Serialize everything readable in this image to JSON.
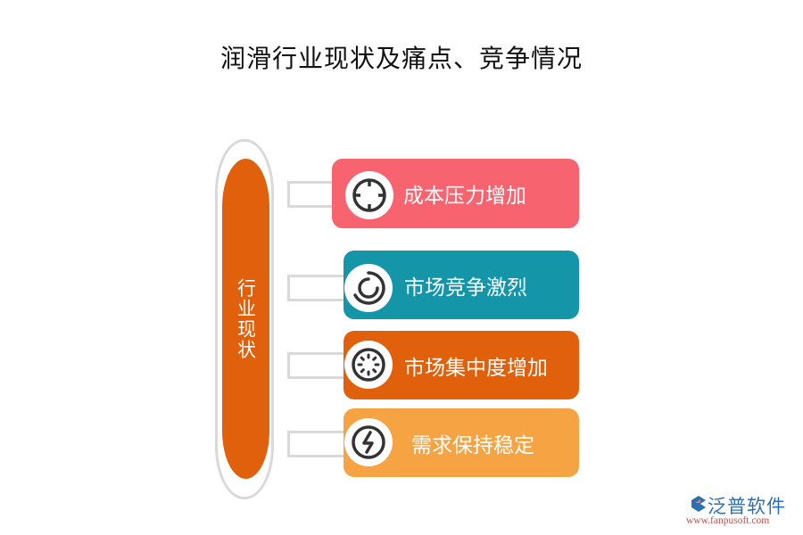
{
  "title": "润滑行业现状及痛点、竞争情况",
  "center": {
    "label": "行业现状",
    "color": "#e0600b",
    "outline_color": "#d9d9d9"
  },
  "items": [
    {
      "label": "成本压力增加",
      "icon": "crosshair-icon",
      "color": "#f7646f"
    },
    {
      "label": "市场竞争激烈",
      "icon": "spiral-icon",
      "color": "#1496a8"
    },
    {
      "label": "市场集中度增加",
      "icon": "dotted-circle-icon",
      "color": "#e0600b"
    },
    {
      "label": "需求保持稳定",
      "icon": "lightning-icon",
      "color": "#f6a443"
    }
  ],
  "logo": {
    "brand": "泛普软件",
    "url": "www.fanpusoft.com"
  }
}
